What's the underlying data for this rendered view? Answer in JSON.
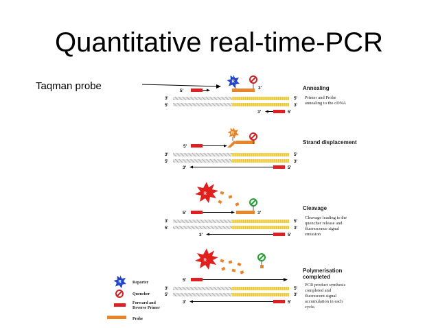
{
  "title": "Quantitative real-time-PCR",
  "subtitle": "Taqman probe",
  "colors": {
    "template_yellow": "#f5d860",
    "template_grey": "#c8c8c8",
    "primer_red": "#e02020",
    "probe_orange": "#e8842a",
    "reporter_blue": "#2244cc",
    "reporter_red": "#e0201c",
    "quencher_red": "#d02020",
    "quencher_green": "#22a030"
  },
  "reporter_letter": "R",
  "strand_end_labels": {
    "five": "5'",
    "three": "3'"
  },
  "stages": [
    {
      "title": "Annealing",
      "description": [
        "Primer and Probe",
        "annealing to the cDNA"
      ]
    },
    {
      "title": "Strand displacement",
      "description": []
    },
    {
      "title": "Cleavage",
      "description": [
        "Cleavage leading to the",
        "quencher release and",
        "fluorescence signal",
        "emission"
      ]
    },
    {
      "title": "Polymerisation",
      "title_line2": "completed",
      "description": [
        "PCR product synthesis",
        "completed and",
        "fluorescent signal",
        "accumulation in each",
        "cycle."
      ]
    }
  ],
  "legend": [
    {
      "icon": "reporter-icon",
      "label": "Reporter"
    },
    {
      "icon": "quencher-icon",
      "label": "Quencher"
    },
    {
      "icon": "primer-icon",
      "label": "Forward and",
      "label2": "Reverse Primer"
    },
    {
      "icon": "probe-icon",
      "label": "Probe"
    }
  ]
}
